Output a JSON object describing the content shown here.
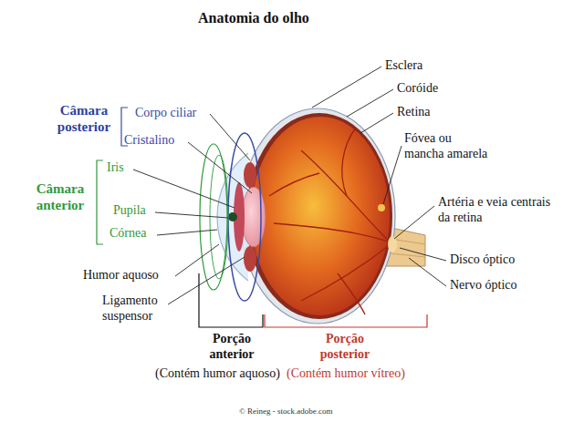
{
  "diagram": {
    "title": "Anatomia do olho",
    "labels": [
      "Câmara posterior",
      "Corpo ciliar",
      "Cristalino",
      "Câmara anterior",
      "Iris",
      "Pupila",
      "Córnea",
      "Humor aquoso",
      "Ligamento suspensor",
      "Porção anterior",
      "(Contém humor aquoso)",
      "Porção posterior",
      "(Contém humor vítreo)",
      "Esclera",
      "Coróide",
      "Retina",
      "Fóvea ou mancha amarela",
      "Artéria e veia centrais da retina",
      "Disco óptico",
      "Nervo óptico",
      "© Reineg - stock.adobe.com"
    ]
  }
}
